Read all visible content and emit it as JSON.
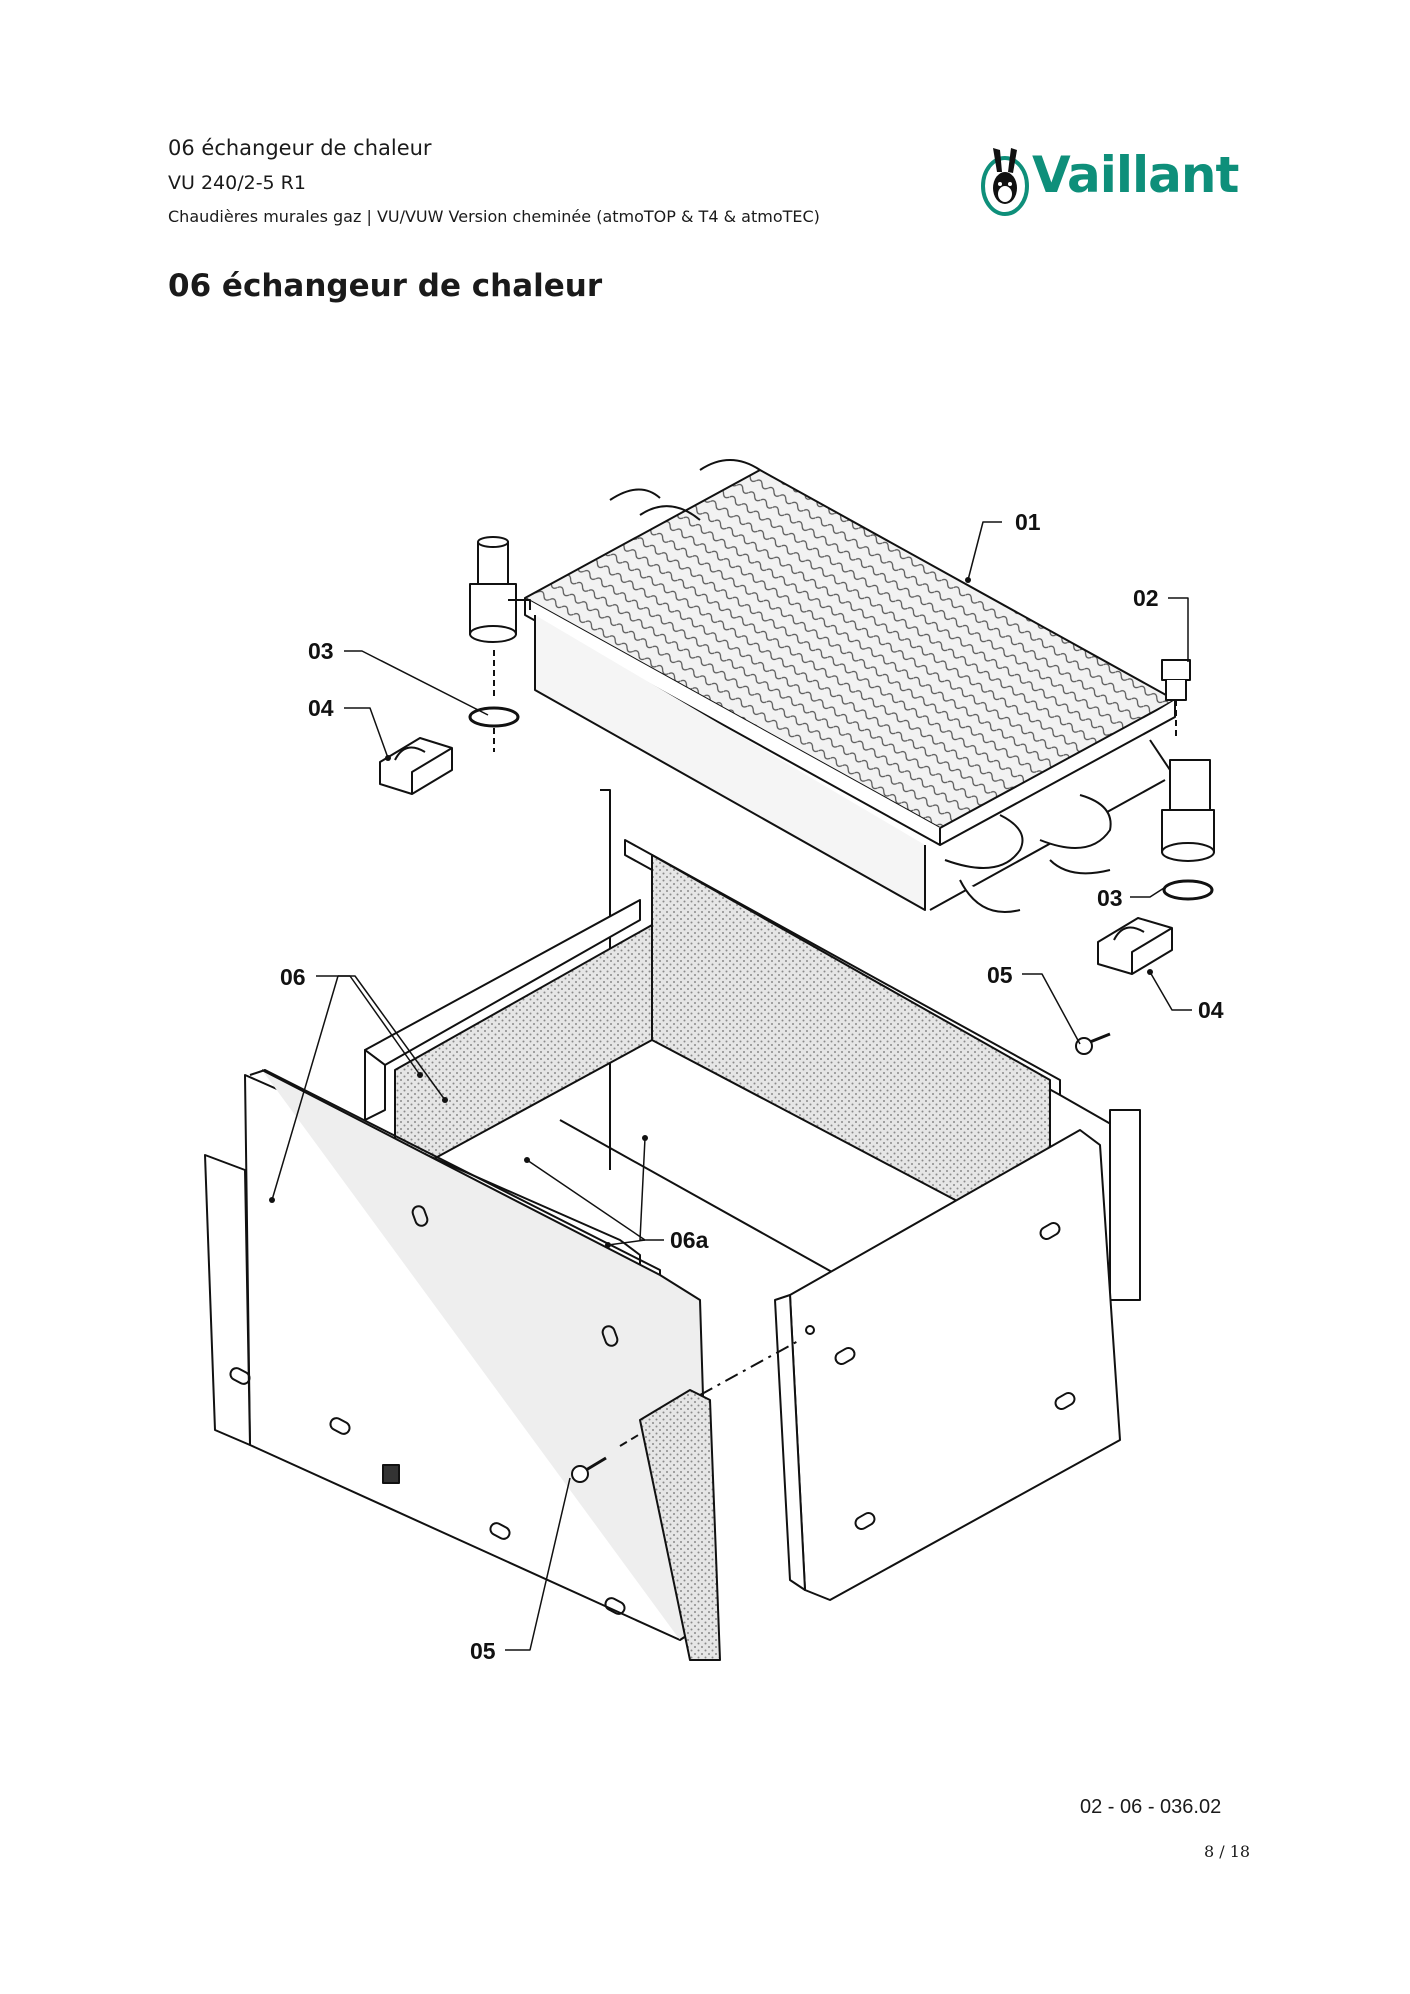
{
  "header": {
    "section_title": "06 échangeur de chaleur",
    "model": "VU 240/2-5 R1",
    "category": "Chaudières murales gaz | VU/VUW Version cheminée (atmoTOP & T4 & atmoTEC)"
  },
  "logo": {
    "text": "Vaillant",
    "color": "#0e8f7a"
  },
  "page_heading": "06 échangeur de chaleur",
  "diagram": {
    "labels": {
      "p01": "01",
      "p02": "02",
      "p03a": "03",
      "p03b": "03",
      "p04a": "04",
      "p04b": "04",
      "p05a": "05",
      "p05b": "05",
      "p06": "06",
      "p06a": "06a"
    }
  },
  "footer": {
    "doc_ref": "02 - 06 - 036.02",
    "page_number": "8 / 18"
  }
}
